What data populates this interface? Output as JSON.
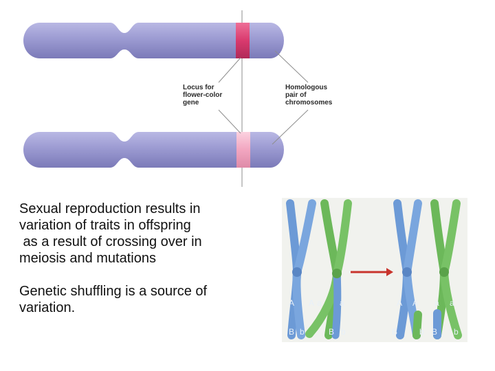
{
  "diagram": {
    "label_locus": [
      "Locus for",
      "flower-color",
      "gene"
    ],
    "label_homologous": [
      "Homologous",
      "pair of",
      "chromosomes"
    ]
  },
  "text": {
    "para1": [
      "Sexual reproduction results in",
      "variation of traits in offspring",
      " as a result of crossing over in",
      "meiosis and mutations"
    ],
    "para2": [
      "Genetic shuffling is a source of",
      "variation."
    ]
  },
  "photo": {
    "left_letters": [
      "A",
      "A",
      "a",
      "a",
      "B",
      "b",
      "B",
      "b"
    ],
    "right_letters": [
      "A",
      "A",
      "a",
      "a",
      "B",
      "b",
      "B",
      "b"
    ]
  },
  "colors": {
    "chromosome": "#9b9ad0",
    "locus_dark": "#d93a6e",
    "locus_light": "#f2a6c0",
    "blue_chromatid": "#6c9ad6",
    "green_chromatid": "#6cb85a",
    "arrow": "#c8342c"
  }
}
